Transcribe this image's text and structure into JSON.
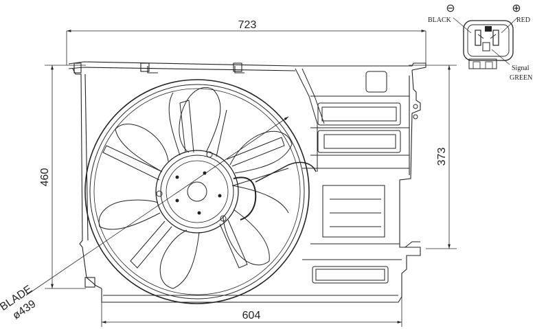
{
  "dimensions": {
    "overall_width": "723",
    "overall_height": "460",
    "right_height": "373",
    "bottom_width": "604",
    "blade_label": "BLADE",
    "blade_diameter": "ø439"
  },
  "connector": {
    "minus_symbol": "⊖",
    "plus_symbol": "⊕",
    "black_label": "BLACK",
    "red_label": "RED",
    "signal_label": "Signal",
    "green_label": "GREEN"
  }
}
